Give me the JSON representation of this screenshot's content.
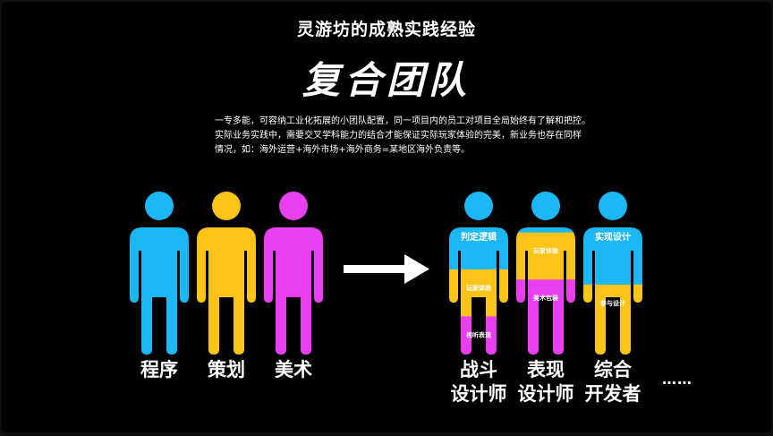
{
  "slide": {
    "title": "灵游坊的成熟实践经验",
    "headline": "复合团队",
    "description": [
      "一专多能，可容纳工业化拓展的小团队配置，同一项目内的员工对项目全局始终有了解和把控。",
      "实际业务实践中，需要交叉学科能力的结合才能保证实际玩家体验的完美，新业务也存在同样",
      "情况，如：海外运营+海外市场+海外商务=某地区海外负责等。"
    ],
    "colors": {
      "blue": "#1bb8f5",
      "yellow": "#fcc419",
      "magenta": "#ea3ff1",
      "background": "#000000",
      "text": "#ffffff"
    },
    "roles_left": [
      {
        "label": "程序",
        "color": "#1bb8f5"
      },
      {
        "label": "策划",
        "color": "#fcc419"
      },
      {
        "label": "美术",
        "color": "#ea3ff1"
      }
    ],
    "roles_right": [
      {
        "caption_line1": "战斗",
        "caption_line2": "设计师",
        "segments": [
          {
            "color": "#1bb8f5",
            "label": "判定逻辑",
            "fraction": 0.33
          },
          {
            "color": "#fcc419",
            "label": "玩家体验",
            "fraction": 0.37
          },
          {
            "color": "#ea3ff1",
            "label": "视听表现",
            "fraction": 0.3
          }
        ]
      },
      {
        "caption_line1": "表现",
        "caption_line2": "设计师",
        "segments": [
          {
            "color": "#1bb8f5",
            "label": "",
            "fraction": 0.04
          },
          {
            "color": "#fcc419",
            "label": "玩家体验",
            "fraction": 0.37
          },
          {
            "color": "#ea3ff1",
            "label": "美术包装",
            "fraction": 0.59
          }
        ]
      },
      {
        "caption_line1": "综合",
        "caption_line2": "开发者",
        "segments": [
          {
            "color": "#1bb8f5",
            "label": "实现设计",
            "fraction": 0.45
          },
          {
            "color": "#fcc419",
            "label": "参与设计",
            "fraction": 0.55
          }
        ]
      }
    ],
    "ellipsis": "……",
    "icons": {
      "person": "person-icon",
      "arrow": "right-arrow-icon"
    }
  }
}
